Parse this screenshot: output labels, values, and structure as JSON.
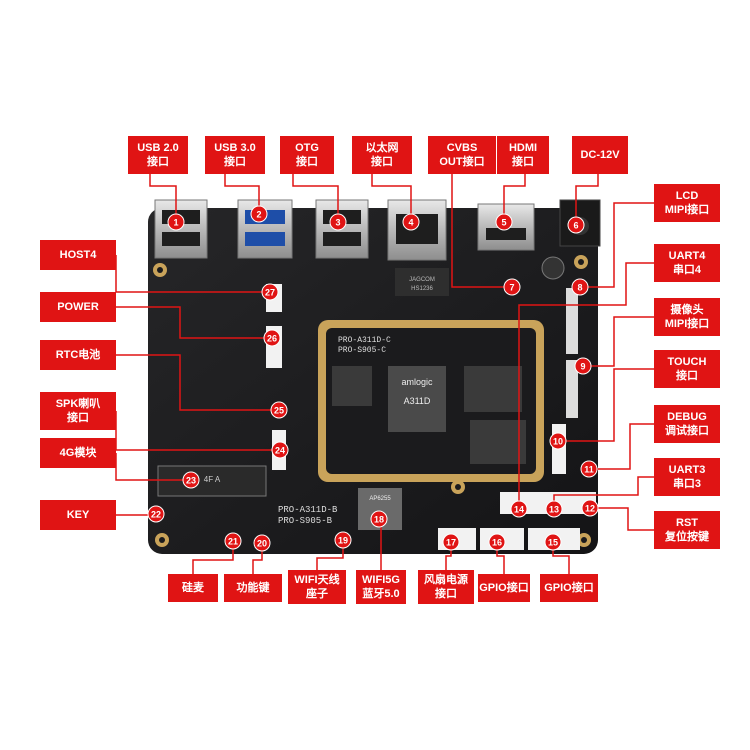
{
  "board": {
    "core_silk_1": "PRO-A311D-C",
    "core_silk_2": "PRO-S905-C",
    "base_silk_1": "PRO-A311D-B",
    "base_silk_2": "PRO-S905-B",
    "soc_brand": "amlogic",
    "soc_model": "A311D",
    "wifi_chip": "AP6255",
    "m2_marking": "4F A",
    "lan_chip": "JAGCOM",
    "lan_model": "HS1236"
  },
  "labels": [
    {
      "id": "usb2",
      "line1": "USB 2.0",
      "line2": "接口",
      "num": "1"
    },
    {
      "id": "usb3",
      "line1": "USB 3.0",
      "line2": "接口",
      "num": "2"
    },
    {
      "id": "otg",
      "line1": "OTG",
      "line2": "接口",
      "num": "3"
    },
    {
      "id": "ethernet",
      "line1": "以太网",
      "line2": "接口",
      "num": "4"
    },
    {
      "id": "cvbs",
      "line1": "CVBS",
      "line2": "OUT接口",
      "num": "7"
    },
    {
      "id": "hdmi",
      "line1": "HDMI",
      "line2": "接口",
      "num": "5"
    },
    {
      "id": "dc",
      "line1": "DC-12V",
      "line2": "",
      "num": "6"
    },
    {
      "id": "lcd",
      "line1": "LCD",
      "line2": "MIPI接口",
      "num": "8"
    },
    {
      "id": "uart4",
      "line1": "UART4",
      "line2": "串口4",
      "num": "14"
    },
    {
      "id": "camera",
      "line1": "摄像头",
      "line2": "MIPI接口",
      "num": "9"
    },
    {
      "id": "touch",
      "line1": "TOUCH",
      "line2": "接口",
      "num": "10"
    },
    {
      "id": "debug",
      "line1": "DEBUG",
      "line2": "调试接口",
      "num": "11"
    },
    {
      "id": "uart3",
      "line1": "UART3",
      "line2": "串口3",
      "num": "13"
    },
    {
      "id": "rst",
      "line1": "RST",
      "line2": "复位按键",
      "num": "12"
    },
    {
      "id": "host4",
      "line1": "HOST4",
      "line2": "",
      "num": "27"
    },
    {
      "id": "power",
      "line1": "POWER",
      "line2": "",
      "num": "26"
    },
    {
      "id": "rtc",
      "line1": "RTC电池",
      "line2": "",
      "num": "25"
    },
    {
      "id": "spk",
      "line1": "SPK喇叭",
      "line2": "接口",
      "num": "24"
    },
    {
      "id": "g4",
      "line1": "4G模块",
      "line2": "",
      "num": "23"
    },
    {
      "id": "key",
      "line1": "KEY",
      "line2": "",
      "num": "22"
    },
    {
      "id": "mic",
      "line1": "硅麦",
      "line2": "",
      "num": "21"
    },
    {
      "id": "func",
      "line1": "功能键",
      "line2": "",
      "num": "20"
    },
    {
      "id": "wifiant",
      "line1": "WIFI天线",
      "line2": "座子",
      "num": "19"
    },
    {
      "id": "wifi5g",
      "line1": "WIFI5G",
      "line2": "蓝牙5.0",
      "num": "18"
    },
    {
      "id": "fan",
      "line1": "风扇电源",
      "line2": "接口",
      "num": "17"
    },
    {
      "id": "gpio16",
      "line1": "GPIO接口",
      "line2": "",
      "num": "16"
    },
    {
      "id": "gpio15",
      "line1": "GPIO接口",
      "line2": "",
      "num": "15"
    }
  ],
  "colors": {
    "label": "#e01414",
    "board": "#1b1b1d",
    "gold": "#c9a35a",
    "line": "#e01414"
  }
}
